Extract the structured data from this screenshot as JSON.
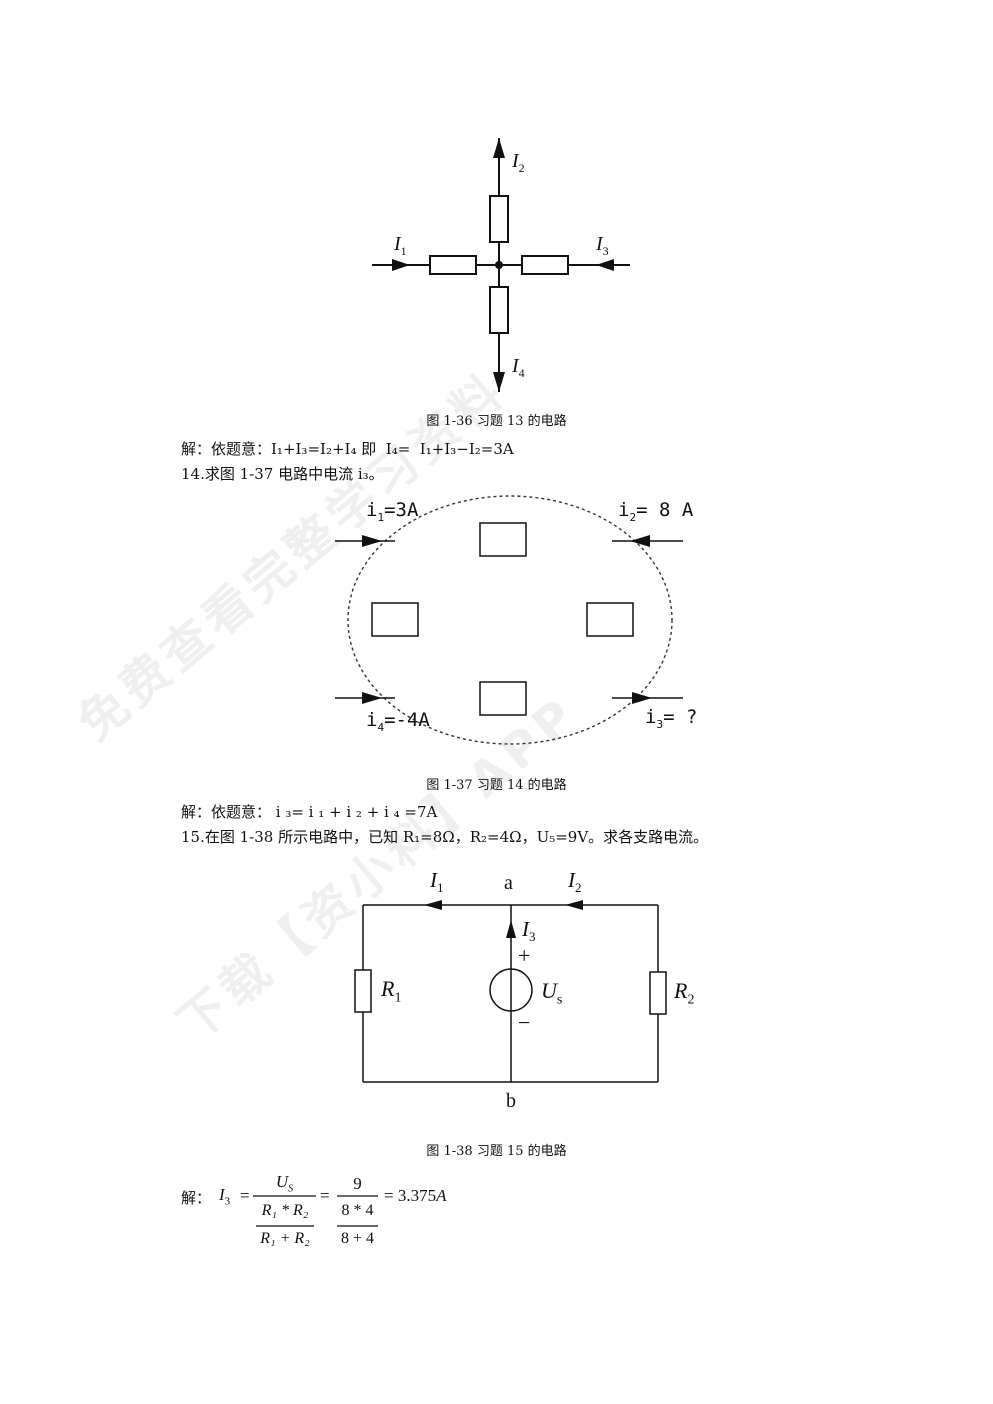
{
  "figures": {
    "fig36": {
      "caption": "图 1-36  习题 13 的电路",
      "labels": {
        "i1": "I",
        "i1_sub": "1",
        "i2": "I",
        "i2_sub": "2",
        "i3": "I",
        "i3_sub": "3",
        "i4": "I",
        "i4_sub": "4"
      }
    },
    "fig37": {
      "caption": "图 1-37  习题 14 的电路",
      "labels": {
        "i1": "i",
        "i1_sub": "1",
        "i1_val": "=3A",
        "i2": "i",
        "i2_sub": "2",
        "i2_val": "= 8 A",
        "i4": "i",
        "i4_sub": "4",
        "i4_val": "=-4A",
        "i3": "i",
        "i3_sub": "3",
        "i3_val": "= ?"
      }
    },
    "fig38": {
      "caption": "图 1-38 习题 15 的电路",
      "labels": {
        "a": "a",
        "b": "b",
        "i1": "I",
        "i1_sub": "1",
        "i2": "I",
        "i2_sub": "2",
        "i3": "I",
        "i3_sub": "3",
        "r1": "R",
        "r1_sub": "1",
        "r2": "R",
        "r2_sub": "2",
        "us": "U",
        "us_sub": "s",
        "plus": "+",
        "minus": "−"
      }
    }
  },
  "text": {
    "sol13": "解：依题意：I₁+I₃=I₂+I₄ 即  I₄=  I₁+I₃−I₂=3A",
    "q14": "14.求图 1-37 电路中电流 i₃。",
    "sol14": "解：依题意： i ₃= i ₁ + i ₂ + i ₄ =7A",
    "q15": "15.在图 1-38 所示电路中，已知 R₁=8Ω，R₂=4Ω，U₅=9V。求各支路电流。",
    "sol15_prefix": "解：",
    "eq_lhs": "I",
    "eq_lhs_sub": "3",
    "eq_eq": "=",
    "eq_num": "U",
    "eq_num_sub": "S",
    "eq_den_top": "R₁ * R₂",
    "eq_den_bot": "R₁ + R₂",
    "eq_eq2": "=",
    "eq2_num": "9",
    "eq2_den_top": "8 * 4",
    "eq2_den_bot": "8 + 4",
    "eq_result": "= 3.375",
    "eq_result_unit": "A"
  },
  "watermark": {
    "line1": "免费查看完整学习资料",
    "line2": "下载【资小料】APP"
  }
}
